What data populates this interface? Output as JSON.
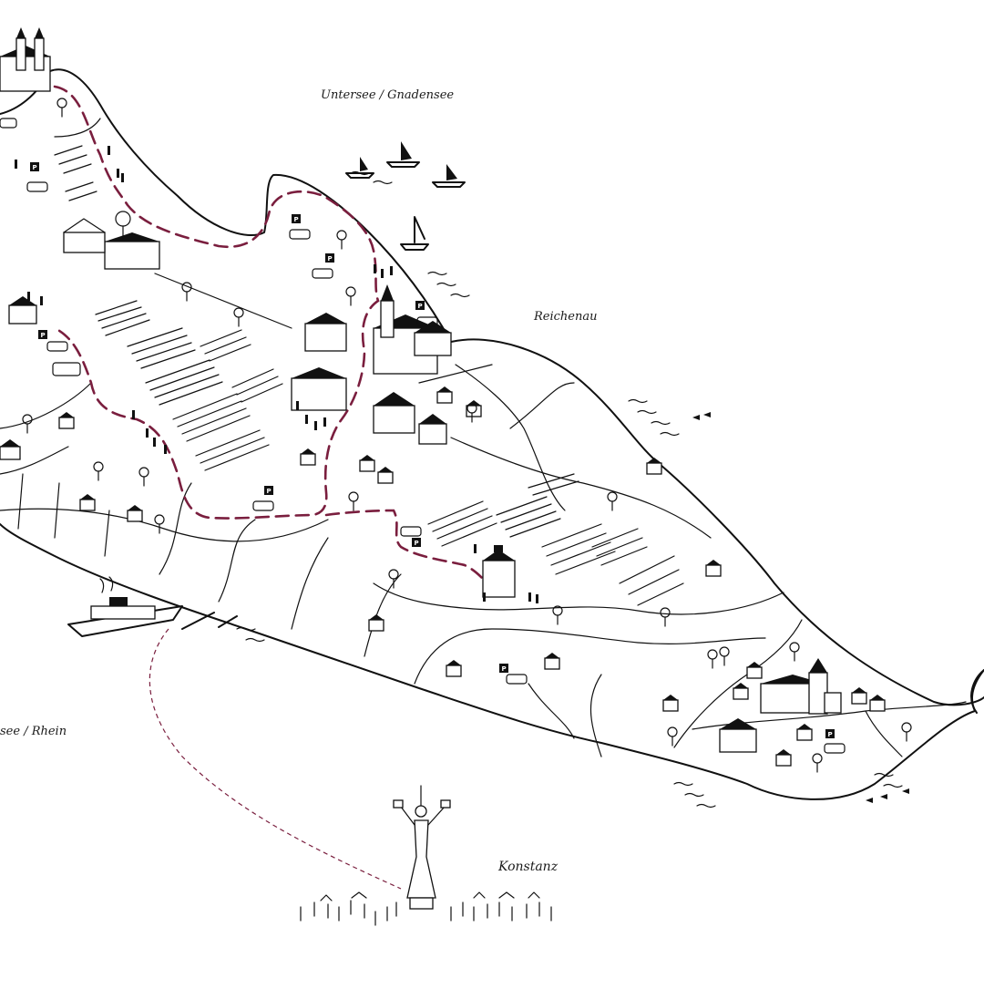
{
  "colors": {
    "ink": "#111111",
    "route": "#7a1e3e",
    "background": "#ffffff"
  },
  "labels": {
    "untersee": "Untersee / Gnadensee",
    "reichenau": "Reichenau",
    "rhein": "see / Rhein",
    "konstanz": "Konstanz"
  },
  "parking_symbol": "P",
  "icons": [
    "church-icon",
    "sailboat-icon",
    "ferry-icon",
    "statue-icon",
    "tree-icon",
    "car-icon",
    "parking-icon",
    "vineyard-icon",
    "house-icon",
    "pedestrian-icon",
    "fish-icon",
    "wave-icon"
  ]
}
